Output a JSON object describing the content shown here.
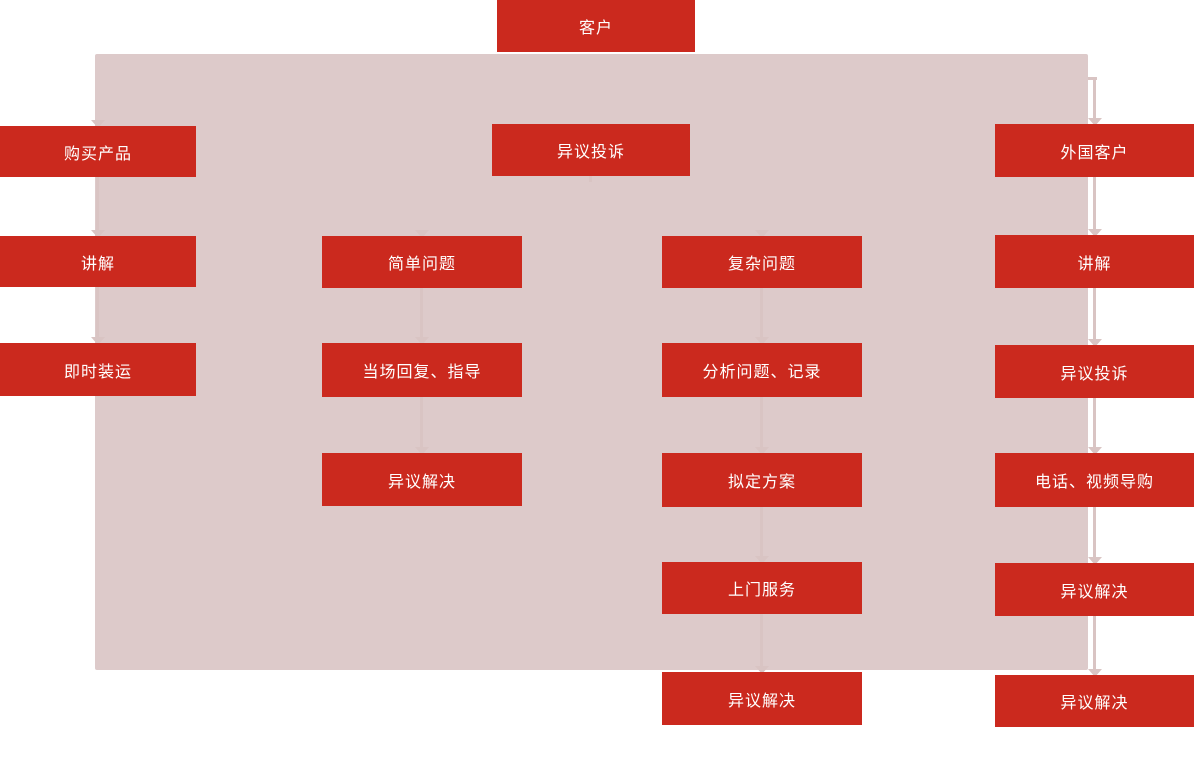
{
  "colors": {
    "box_red": "#cb291e",
    "panel_rose": "#ddcaca",
    "connector_pink": "#d9c4c3",
    "text_white": "#ffffff"
  },
  "diagram": {
    "columns": [
      {
        "name": "root",
        "boxes": [
          {
            "label": "客户"
          }
        ]
      },
      {
        "name": "left",
        "boxes": [
          {
            "label": "购买产品"
          },
          {
            "label": "讲解"
          },
          {
            "label": "即时装运"
          }
        ]
      },
      {
        "name": "center-header",
        "boxes": [
          {
            "label": "异议投诉"
          }
        ]
      },
      {
        "name": "center-left",
        "boxes": [
          {
            "label": "简单问题"
          },
          {
            "label": "当场回复、指导"
          },
          {
            "label": "异议解决"
          }
        ]
      },
      {
        "name": "center-right",
        "boxes": [
          {
            "label": "复杂问题"
          },
          {
            "label": "分析问题、记录"
          },
          {
            "label": "拟定方案"
          },
          {
            "label": "上门服务"
          },
          {
            "label": "异议解决"
          }
        ]
      },
      {
        "name": "right",
        "boxes": [
          {
            "label": "外国客户"
          },
          {
            "label": "讲解"
          },
          {
            "label": "异议投诉"
          },
          {
            "label": "电话、视频导购"
          },
          {
            "label": "异议解决"
          },
          {
            "label": "异议解决"
          }
        ]
      }
    ]
  }
}
